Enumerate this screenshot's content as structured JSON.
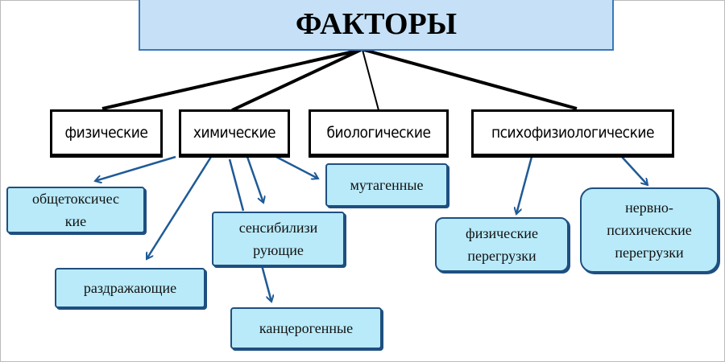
{
  "title": "ФАКТОРЫ",
  "categories": [
    {
      "label": "физические"
    },
    {
      "label": "химические"
    },
    {
      "label": "биологические"
    },
    {
      "label": "психофизиологические"
    }
  ],
  "chemical_subtypes": {
    "general_toxic": "общетоксичес\nкие",
    "irritant": "раздражающие",
    "sensitizing": "сенсибилизи\nрующие",
    "carcinogenic": "канцерогенные",
    "mutagenic": "мутагенные"
  },
  "psychophysiological_subtypes": {
    "physical_overload": "физические\nперегрузки",
    "neuro_psychic_overload": "нервно-\nпсихичекские\nперегрузки"
  },
  "colors": {
    "title_fill": "#c6e1f7",
    "leaf_fill": "#b9eaf9",
    "arrow": "#1f5a96"
  }
}
